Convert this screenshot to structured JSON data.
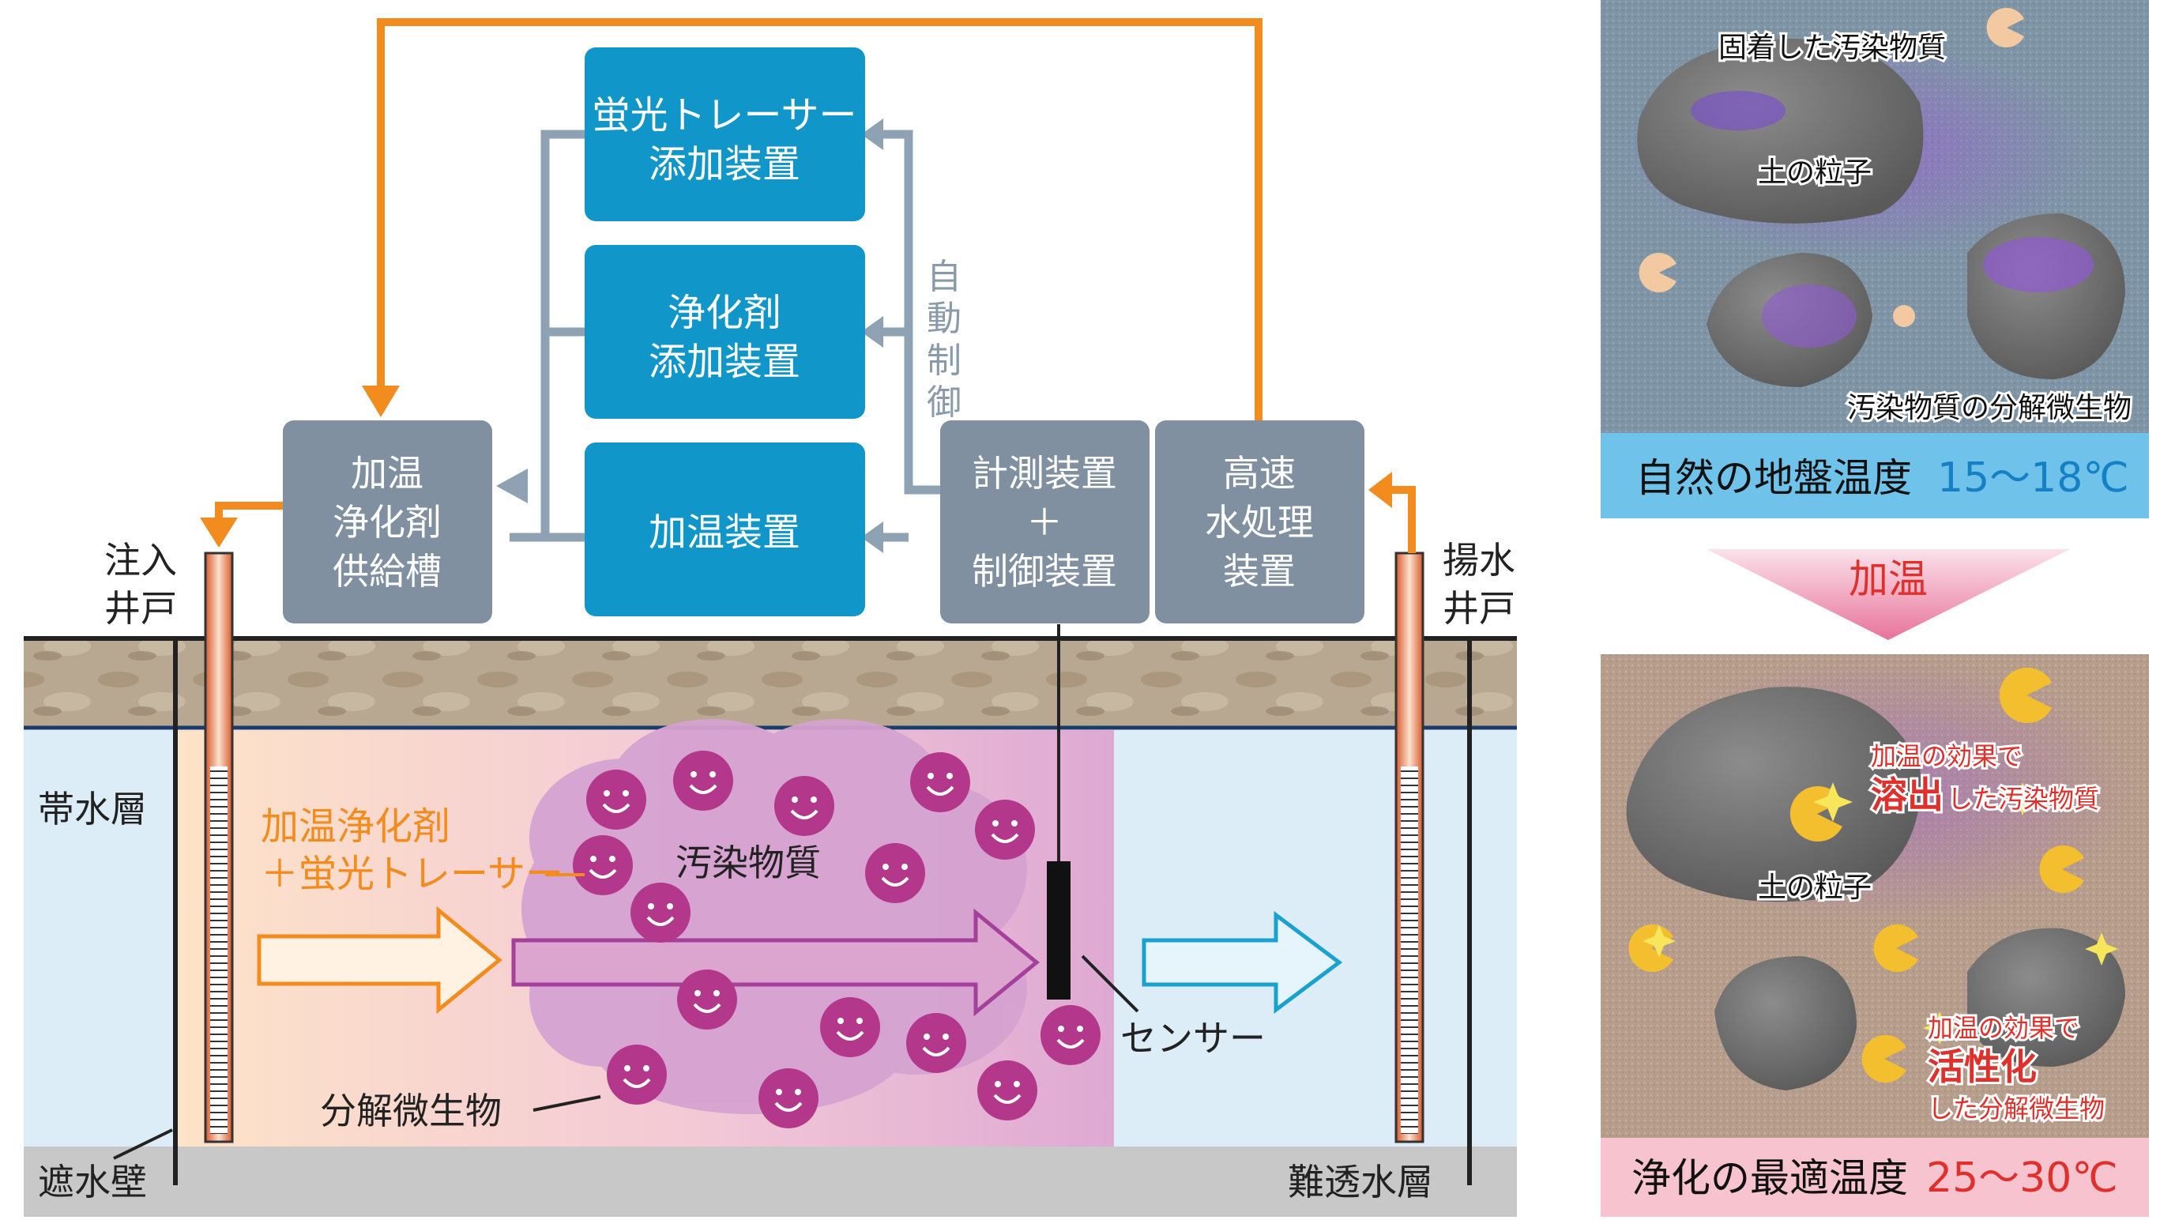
{
  "colors": {
    "blue_box": "#1196c9",
    "grey_box": "#8090a0",
    "orange": "#f28c1e",
    "control_line": "#8fa2b4",
    "pink_plume": "#c56fb4",
    "contaminant": "#b3378b",
    "aquifer": "#dcedf7",
    "surface_soil": "#b7a58e",
    "impermeable": "#c8c8c8",
    "blue_arrow": "#1aa1d0",
    "red_label": "#e0302b"
  },
  "boxes": {
    "tracer": {
      "line1": "蛍光トレーサー",
      "line2": "添加装置"
    },
    "agent": {
      "line1": "浄化剤",
      "line2": "添加装置"
    },
    "heater": {
      "line1": "加温装置"
    },
    "tank": {
      "line1": "加温",
      "line2": "浄化剤",
      "line3": "供給槽"
    },
    "measure": {
      "line1": "計測装置",
      "line2": "＋",
      "line3": "制御装置"
    },
    "water": {
      "line1": "高速",
      "line2": "水処理",
      "line3": "装置"
    }
  },
  "labels": {
    "auto_control": [
      "自",
      "動",
      "制",
      "御"
    ],
    "injection_well": [
      "注入",
      "井戸"
    ],
    "pumping_well": [
      "揚水",
      "井戸"
    ],
    "aquifer": "帯水層",
    "cutoff_wall": "遮水壁",
    "impermeable_layer": "難透水層",
    "heated_agent": [
      "加温浄化剤",
      "＋蛍光トレーサー"
    ],
    "contaminant": "汚染物質",
    "microbes": "分解微生物",
    "sensor": "センサー"
  },
  "panel_natural": {
    "fixed_contaminant": "固着した汚染物質",
    "soil_particle": "土の粒子",
    "degrading_microbe": "汚染物質の分解微生物",
    "caption": "自然の地盤温度",
    "temp": "15～18℃"
  },
  "heating_label": "加温",
  "panel_optimal": {
    "dissolved_1": "加温の効果で",
    "dissolved_2a": "溶出",
    "dissolved_2b": "した汚染物質",
    "soil_particle": "土の粒子",
    "activated_1": "加温の効果で",
    "activated_2": "活性化",
    "activated_3": "した分解微生物",
    "caption": "浄化の最適温度",
    "temp": "25～30℃"
  }
}
